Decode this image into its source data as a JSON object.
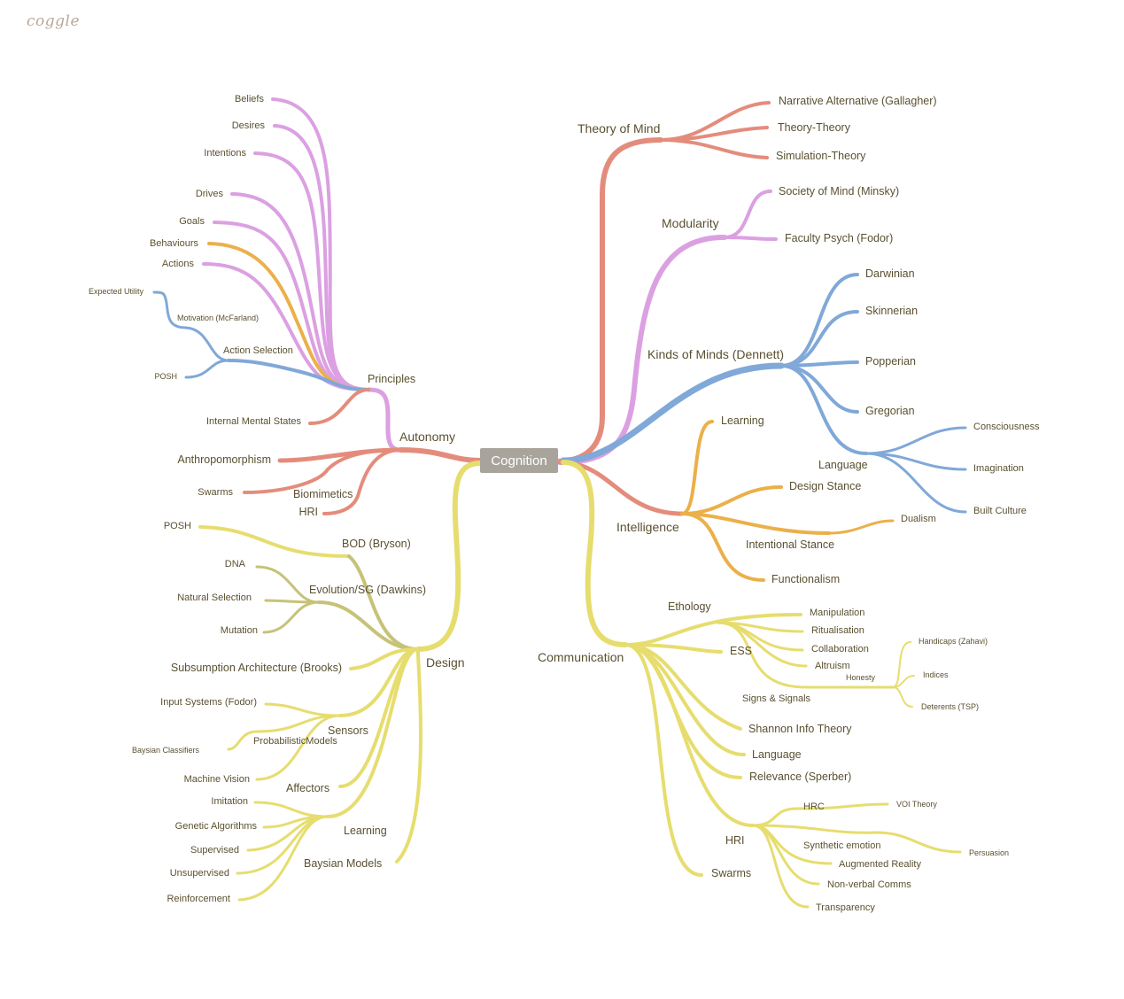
{
  "app": {
    "logo": "coggle"
  },
  "colors": {
    "purple": "#dba0e2",
    "red": "#e48c7c",
    "blue": "#80a8d8",
    "yellow": "#e6dd6e",
    "orange": "#ebb04a",
    "olive": "#c6c278",
    "center_bg": "#a8a49c",
    "text": "#5a5030"
  },
  "map": {
    "center": "Cognition",
    "nodes": {
      "n1": "Theory of Mind",
      "n2": "Narrative Alternative (Gallagher)",
      "n3": "Theory-Theory",
      "n4": "Simulation-Theory",
      "n5": "Modularity",
      "n6": "Society of Mind (Minsky)",
      "n7": "Faculty Psych (Fodor)",
      "n8": "Kinds of Minds (Dennett)",
      "n9": "Darwinian",
      "n10": "Skinnerian",
      "n11": "Popperian",
      "n12": "Gregorian",
      "n13": "Language",
      "n14": "Consciousness",
      "n15": "Imagination",
      "n16": "Built Culture",
      "n17": "Intelligence",
      "n18": "Learning",
      "n19": "Design Stance",
      "n20": "Intentional Stance",
      "n21": "Dualism",
      "n22": "Functionalism",
      "n23": "Communication",
      "n24": "Ethology",
      "n25": "ESS",
      "n26": "Manipulation",
      "n27": "Ritualisation",
      "n28": "Collaboration",
      "n29": "Altruism",
      "n30": "Honesty",
      "n31": "Handicaps (Zahavi)",
      "n32": "Indices",
      "n33": "Deterents (TSP)",
      "n34": "Signs & Signals",
      "n35": "Shannon Info Theory",
      "n36": "Language",
      "n37": "Relevance (Sperber)",
      "n38": "HRI",
      "n39": "HRC",
      "n40": "VOI Theory",
      "n41": "Synthetic emotion",
      "n42": "Persuasion",
      "n43": "Augmented Reality",
      "n44": "Non-verbal Comms",
      "n45": "Transparency",
      "n46": "Swarms",
      "n47": "Autonomy",
      "n48": "Principles",
      "n49": "Beliefs",
      "n50": "Desires",
      "n51": "Intentions",
      "n52": "Drives",
      "n53": "Goals",
      "n54": "Behaviours",
      "n55": "Actions",
      "n56": "Action Selection",
      "n57": "Expected Utility",
      "n58": "Motivation (McFarland)",
      "n59": "POSH",
      "n60": "Internal Mental States",
      "n61": "Anthropomorphism",
      "n62": "Swarms",
      "n63": "Biomimetics",
      "n64": "HRI",
      "n65": "Design",
      "n66": "POSH",
      "n67": "BOD (Bryson)",
      "n68": "DNA",
      "n69": "Evolution/SG (Dawkins)",
      "n70": "Natural Selection",
      "n71": "Mutation",
      "n72": "Subsumption Architecture (Brooks)",
      "n73": "Input Systems (Fodor)",
      "n74": "Sensors",
      "n75": "ProbabilisticModels",
      "n76": "Baysian Classifiers",
      "n77": "Machine Vision",
      "n78": "Affectors",
      "n79": "Imitation",
      "n80": "Genetic Algorithms",
      "n81": "Learning",
      "n82": "Supervised",
      "n83": "Unsupervised",
      "n84": "Baysian Models",
      "n85": "Reinforcement"
    }
  }
}
